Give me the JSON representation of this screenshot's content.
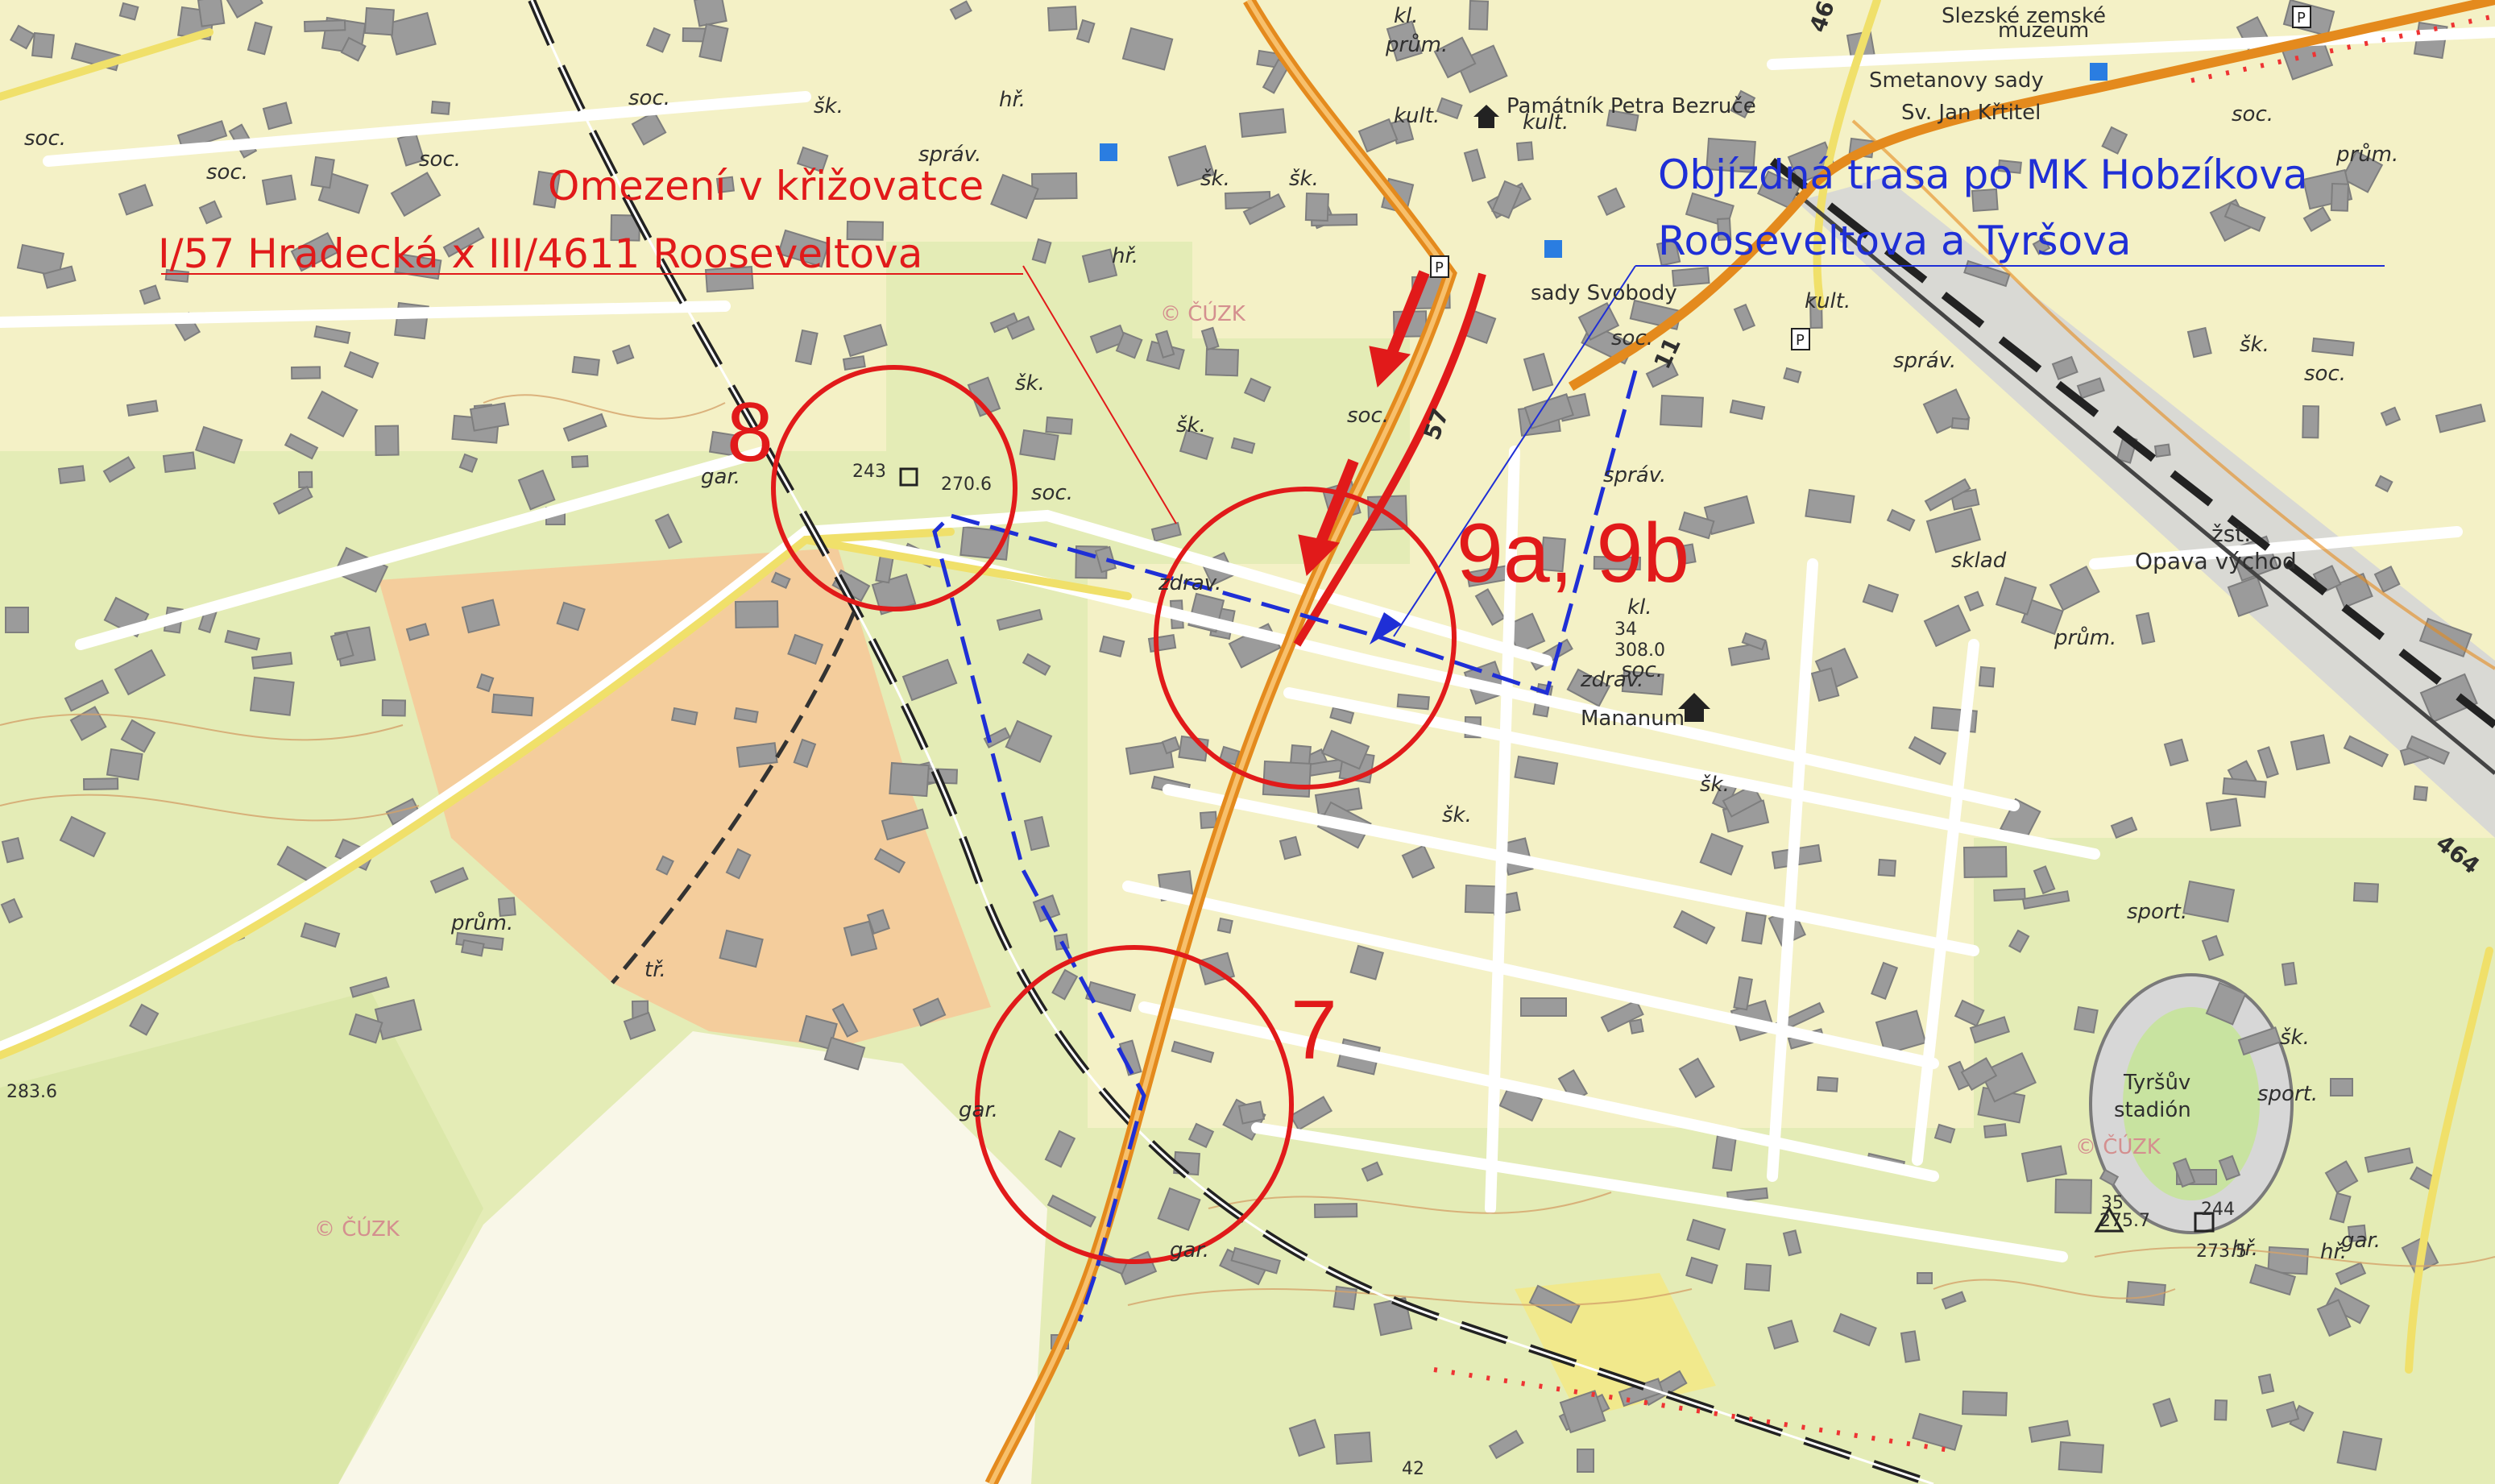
{
  "annotations": {
    "restriction_line1": "Omezení v křižovatce",
    "restriction_line2": "I/57 Hradecká x III/4611 Rooseveltova",
    "detour_line1": "Objízdná trasa po MK Hobzíkova",
    "detour_line2": "Rooseveltova a Tyršova"
  },
  "site_labels": {
    "s8": "8",
    "s9": "9a, 9b",
    "s7": "7"
  },
  "road_numbers": {
    "r57": "57",
    "r11": "11",
    "r464": "464",
    "r46": "46"
  },
  "place_labels": {
    "museum1": "Slezské zemské",
    "museum2": "muzeum",
    "smetanovy": "Smetanovy sady",
    "kritel": "Sv. Jan Křtitel",
    "bezruc": "Památník Petra Bezruče",
    "sady_svobody": "sady Svobody",
    "opava_vychod1": "žst.",
    "opava_vychod2": "Opava východ",
    "tyrsuv1": "Tyršův",
    "tyrsuv2": "stadión",
    "mananum": "Mananum",
    "cuzk1": "© ČÚZK",
    "cuzk2": "© ČÚZK",
    "cuzk3": "© ČÚZK"
  },
  "small_labels": [
    "soc.",
    "soc.",
    "soc.",
    "soc.",
    "soc.",
    "soc.",
    "soc.",
    "soc.",
    "soc.",
    "soc.",
    "šk.",
    "šk.",
    "šk.",
    "šk.",
    "šk.",
    "šk.",
    "šk.",
    "šk.",
    "šk.",
    "hř.",
    "hř.",
    "hř.",
    "hř.",
    "kult.",
    "kult.",
    "kult.",
    "zdrav.",
    "zdrav.",
    "správ.",
    "správ.",
    "správ.",
    "prům.",
    "prům.",
    "prům.",
    "prům.",
    "gar.",
    "gar.",
    "gar.",
    "gar.",
    "sklad",
    "sport.",
    "sport.",
    "tř.",
    "kl.",
    "kl."
  ],
  "spot_heights": [
    "270.6",
    "243",
    "308.0",
    "34",
    "283.6",
    "275.7",
    "35",
    "273.5",
    "244",
    "42"
  ],
  "colors": {
    "restriction_red": "#e11a1a",
    "detour_blue": "#1f2fd6",
    "main_road_orange": "#e48a1d",
    "map_green": "#e3ebb4",
    "urban_yellow": "#f3f0c3",
    "building_gray": "#9a9a9a",
    "industrial_orange": "#f5cc9a"
  },
  "icons": [
    "red-arrow-icon",
    "blue-arrow-icon",
    "church-icon",
    "parking-icon",
    "tram-stop-icon"
  ]
}
